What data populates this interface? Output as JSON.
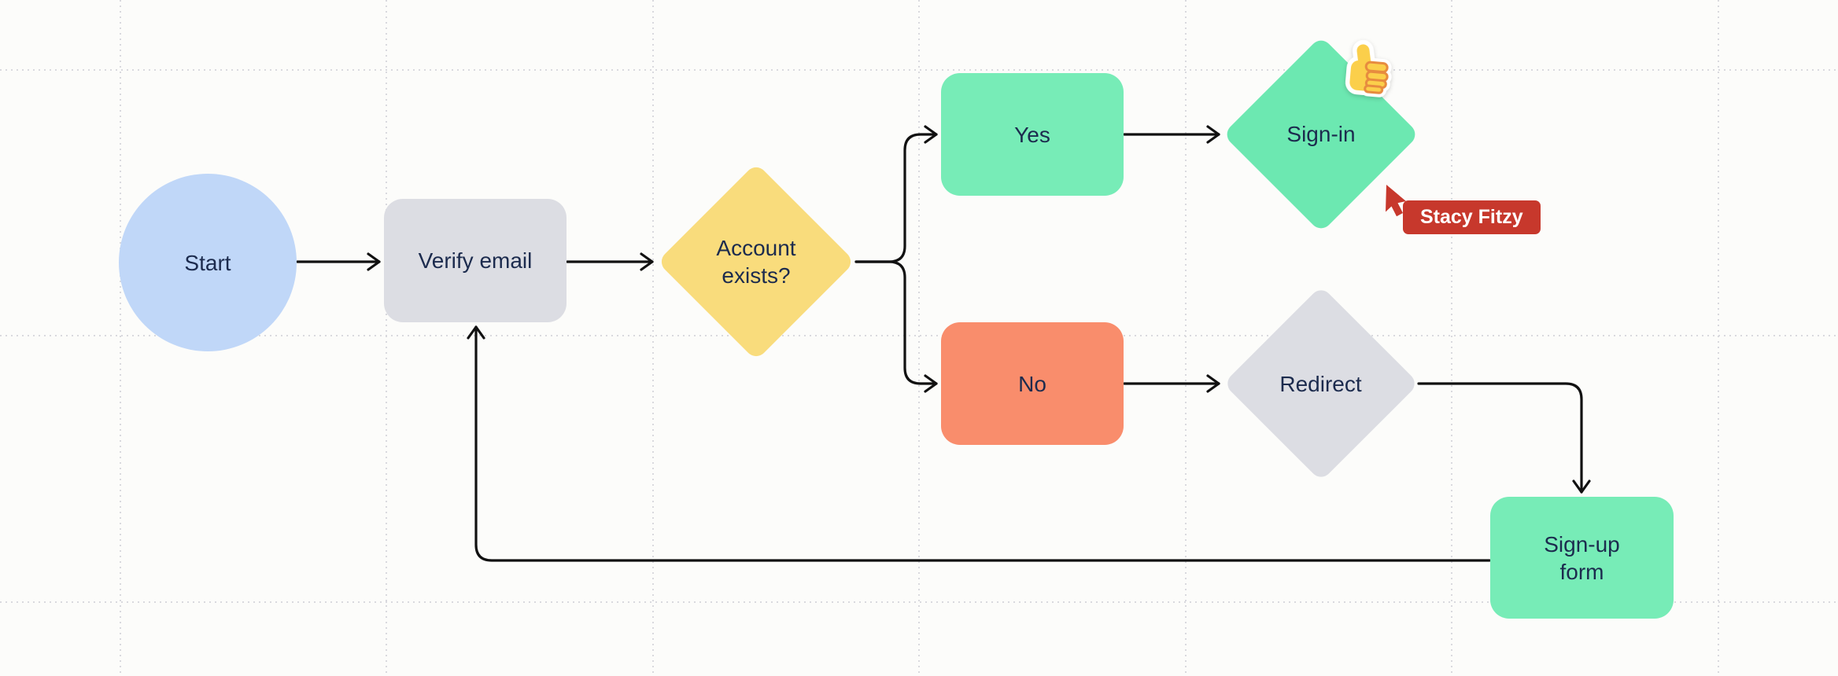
{
  "canvas": {
    "background_color": "#FCFCFA",
    "grid_color": "#D9D9DE",
    "connector_color": "#111111",
    "node_text_color": "#1C2B4E"
  },
  "nodes": [
    {
      "id": "start",
      "label": "Start",
      "shape": "circle",
      "fill": "#C0D7F8"
    },
    {
      "id": "verify-email",
      "label": "Verify email",
      "shape": "rounded-rect",
      "fill": "#DCDDE3"
    },
    {
      "id": "account-exists",
      "label": "Account exists?",
      "shape": "diamond",
      "fill": "#F9DC7C"
    },
    {
      "id": "yes",
      "label": "Yes",
      "shape": "rounded-rect",
      "fill": "#77ECB7"
    },
    {
      "id": "sign-in",
      "label": "Sign-in",
      "shape": "diamond",
      "fill": "#6CE8B1"
    },
    {
      "id": "no",
      "label": "No",
      "shape": "rounded-rect",
      "fill": "#F98D6C"
    },
    {
      "id": "redirect",
      "label": "Redirect",
      "shape": "diamond",
      "fill": "#DCDDE3"
    },
    {
      "id": "sign-up-form",
      "label": "Sign-up form",
      "shape": "rounded-rect",
      "fill": "#77ECB7"
    }
  ],
  "edges": [
    {
      "from": "start",
      "to": "verify-email"
    },
    {
      "from": "verify-email",
      "to": "account-exists"
    },
    {
      "from": "account-exists",
      "to": "yes"
    },
    {
      "from": "account-exists",
      "to": "no"
    },
    {
      "from": "yes",
      "to": "sign-in"
    },
    {
      "from": "no",
      "to": "redirect"
    },
    {
      "from": "redirect",
      "to": "sign-up-form"
    },
    {
      "from": "sign-up-form",
      "to": "verify-email"
    }
  ],
  "collaborator": {
    "name": "Stacy Fitzy",
    "cursor_color": "#C7382C"
  },
  "sticker": {
    "emoji": "thumbs-up",
    "base_color": "#FBCF4B",
    "line_color": "#E78B3F",
    "outline_color": "#FFFFFF"
  }
}
